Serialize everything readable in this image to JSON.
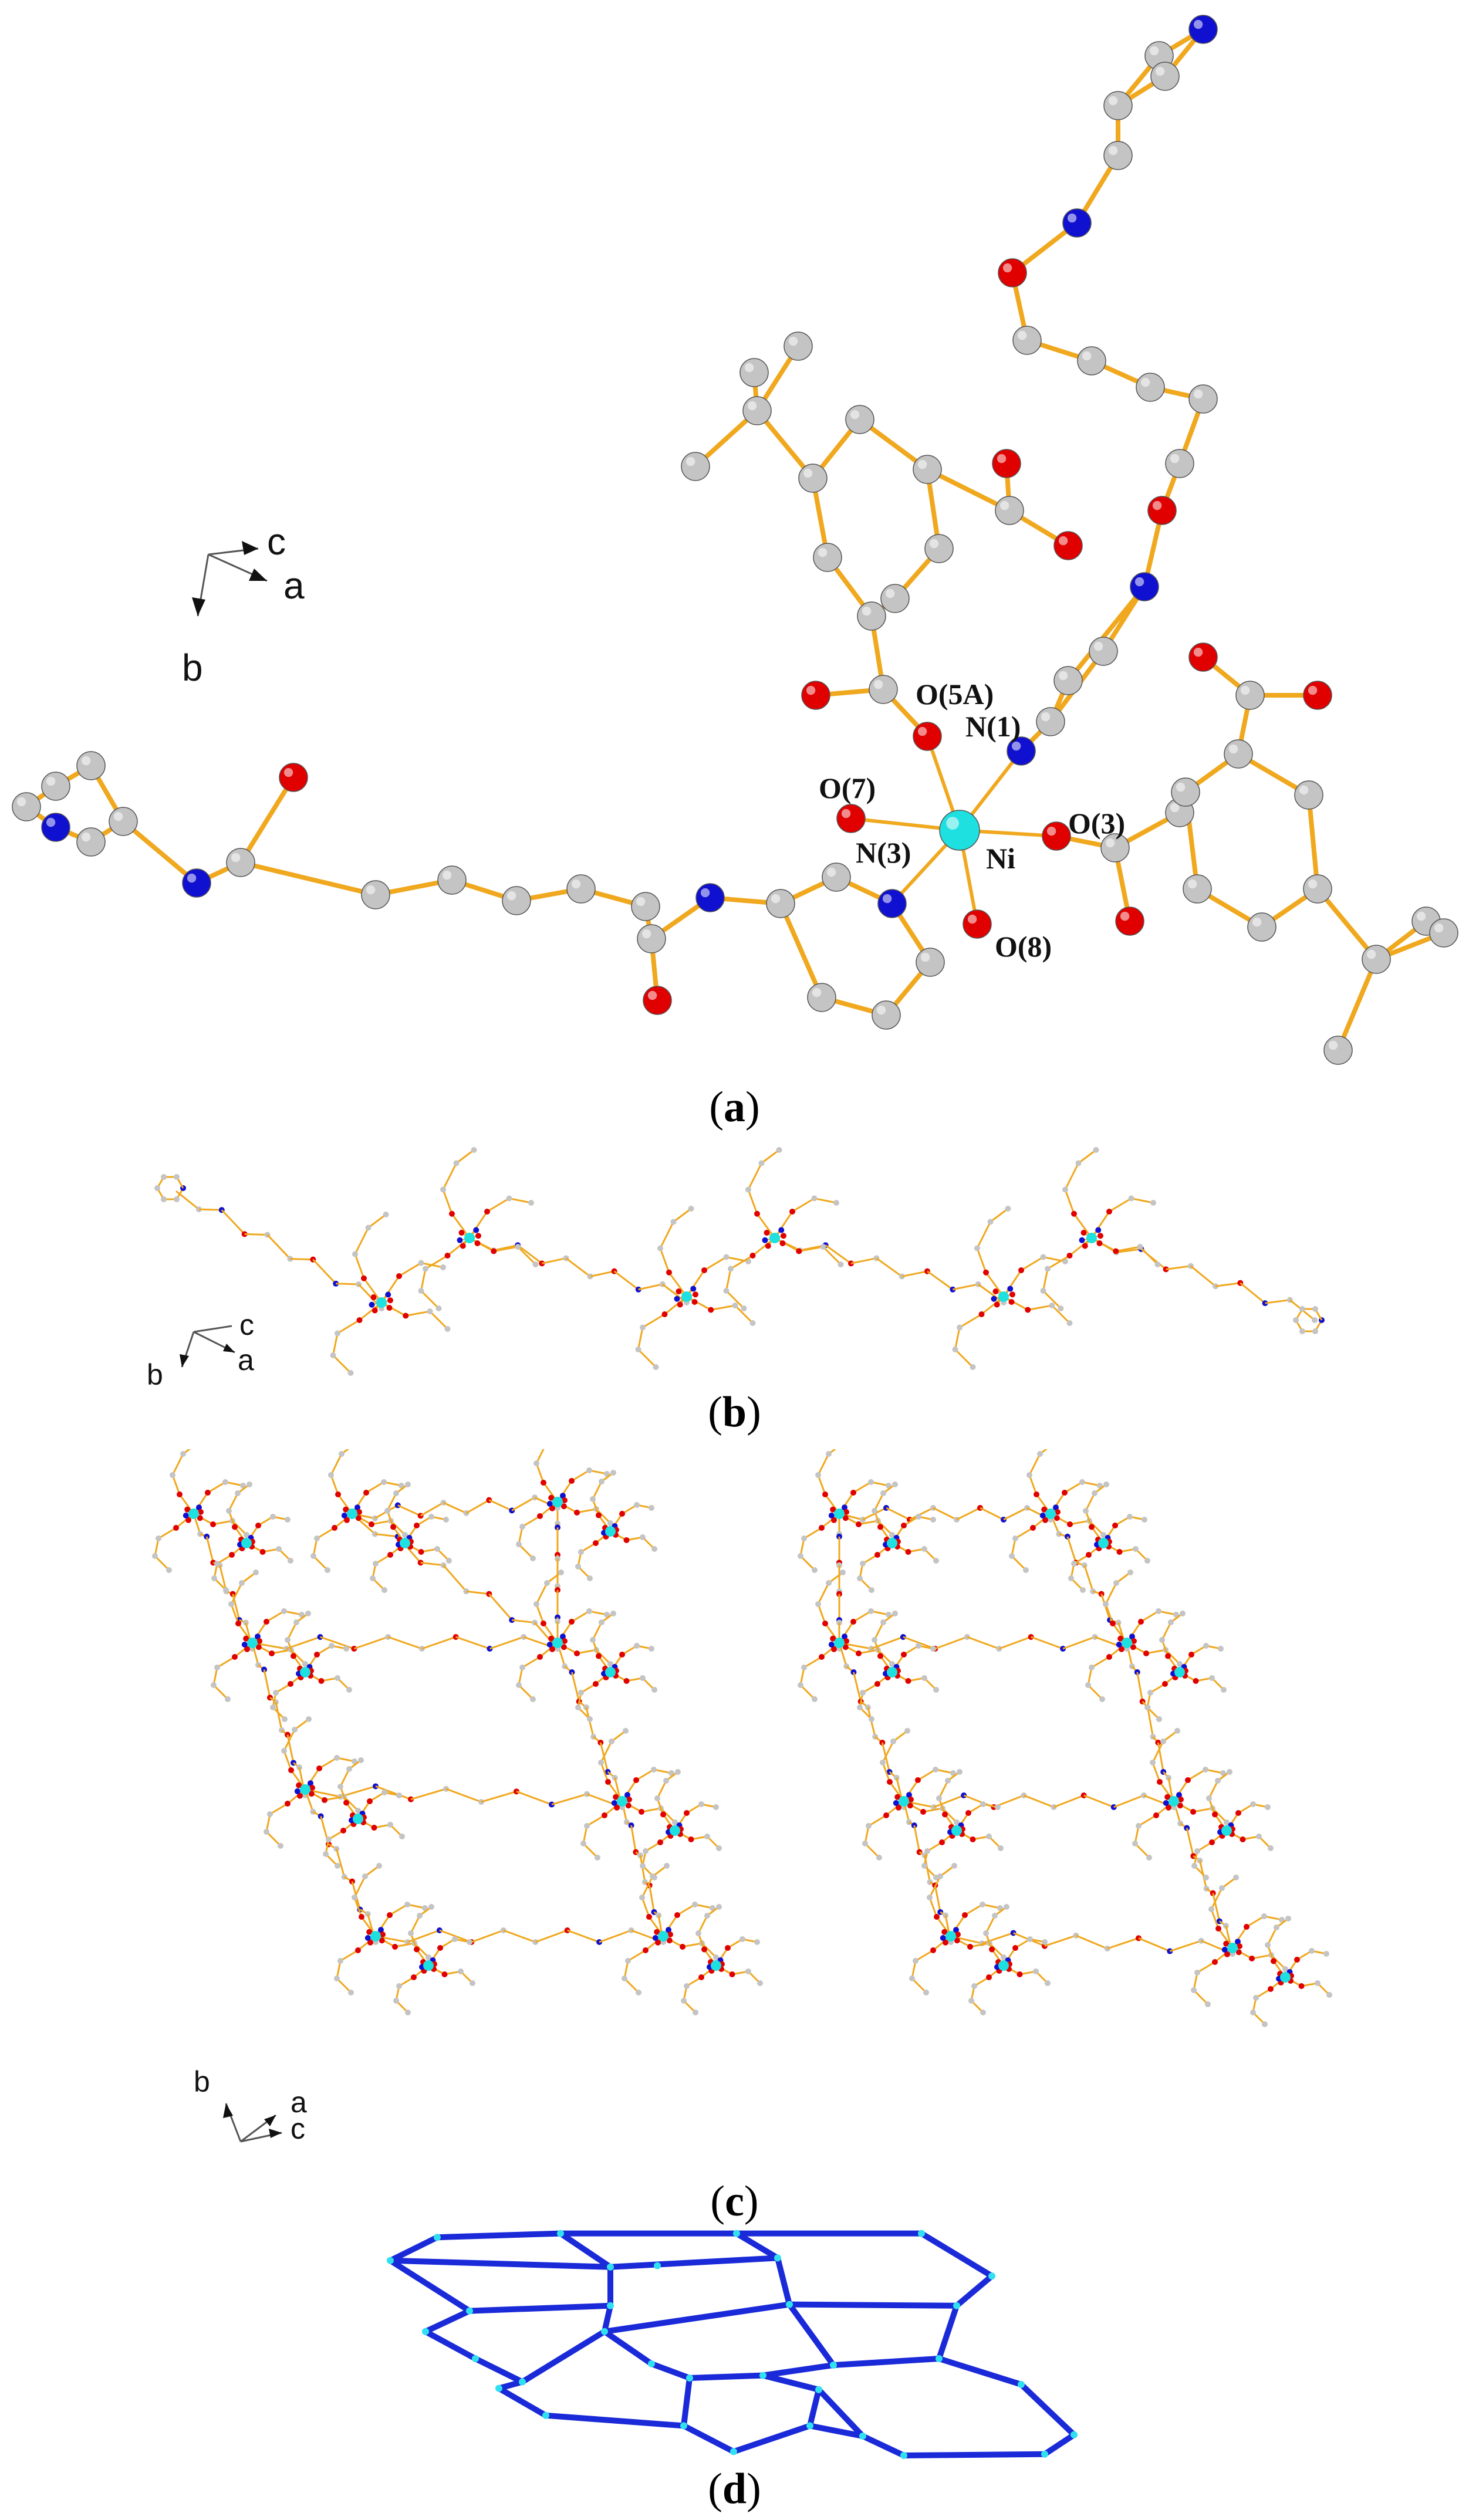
{
  "colors": {
    "background": "#ffffff",
    "bond": "#f0a81e",
    "carbon": "#c4c4c4",
    "oxygen": "#e00000",
    "nitrogen": "#1010d0",
    "nickel": "#1ee0e0",
    "net_edge": "#1a2ad8",
    "net_node": "#30e0f0"
  },
  "panels": {
    "a": {
      "caption": "a",
      "axes": {
        "c": "c",
        "a": "a",
        "b": "b"
      },
      "labels": {
        "o5a": "O(5A)",
        "n1": "N(1)",
        "o7": "O(7)",
        "n3": "N(3)",
        "ni": "Ni",
        "o3": "O(3)",
        "o8": "O(8)"
      }
    },
    "b": {
      "caption": "b",
      "axes": {
        "c": "c",
        "a": "a",
        "b": "b"
      }
    },
    "c": {
      "caption": "c",
      "axes": {
        "b": "b",
        "a": "a",
        "c": "c"
      }
    },
    "d": {
      "caption": "d"
    }
  }
}
